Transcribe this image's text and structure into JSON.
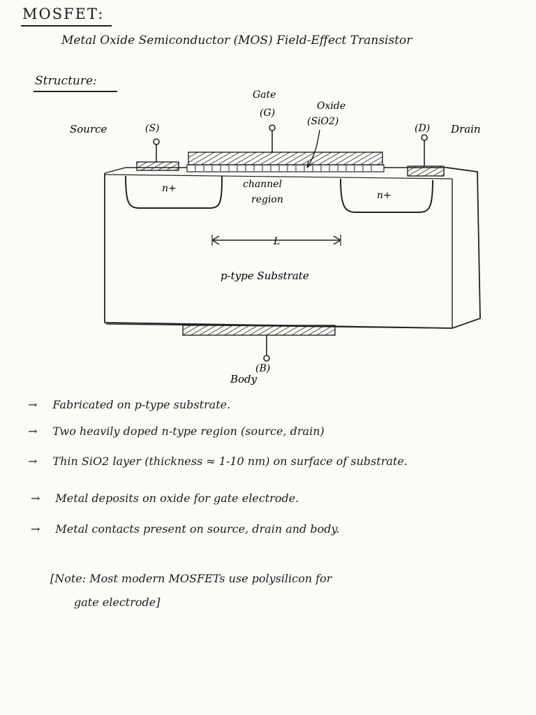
{
  "heading": {
    "title": "MOSFET:",
    "subtitle": "Metal Oxide Semiconductor (MOS) Field-Effect Transistor"
  },
  "structure": {
    "section_title": "Structure:",
    "labels": {
      "gate": "Gate",
      "gate_symbol": "(G)",
      "oxide": "Oxide",
      "oxide_symbol": "(SiO2)",
      "source": "Source",
      "source_symbol": "(S)",
      "drain_symbol": "(D)",
      "drain": "Drain",
      "n_plus_left": "n+",
      "n_plus_right": "n+",
      "channel_line1": "channel",
      "channel_line2": "region",
      "length": "L",
      "substrate": "p-type Substrate",
      "body_symbol": "(B)",
      "body": "Body"
    }
  },
  "bullets": [
    "Fabricated on p-type substrate.",
    "Two heavily doped n-type region (source, drain)",
    "Thin SiO2 layer (thickness ≈ 1-10 nm) on surface of substrate.",
    "Metal deposits on oxide for gate electrode.",
    "Metal contacts present on source, drain and body."
  ],
  "note": {
    "line1": "[Note: Most modern MOSFETs use polysilicon for",
    "line2": "gate electrode]"
  }
}
